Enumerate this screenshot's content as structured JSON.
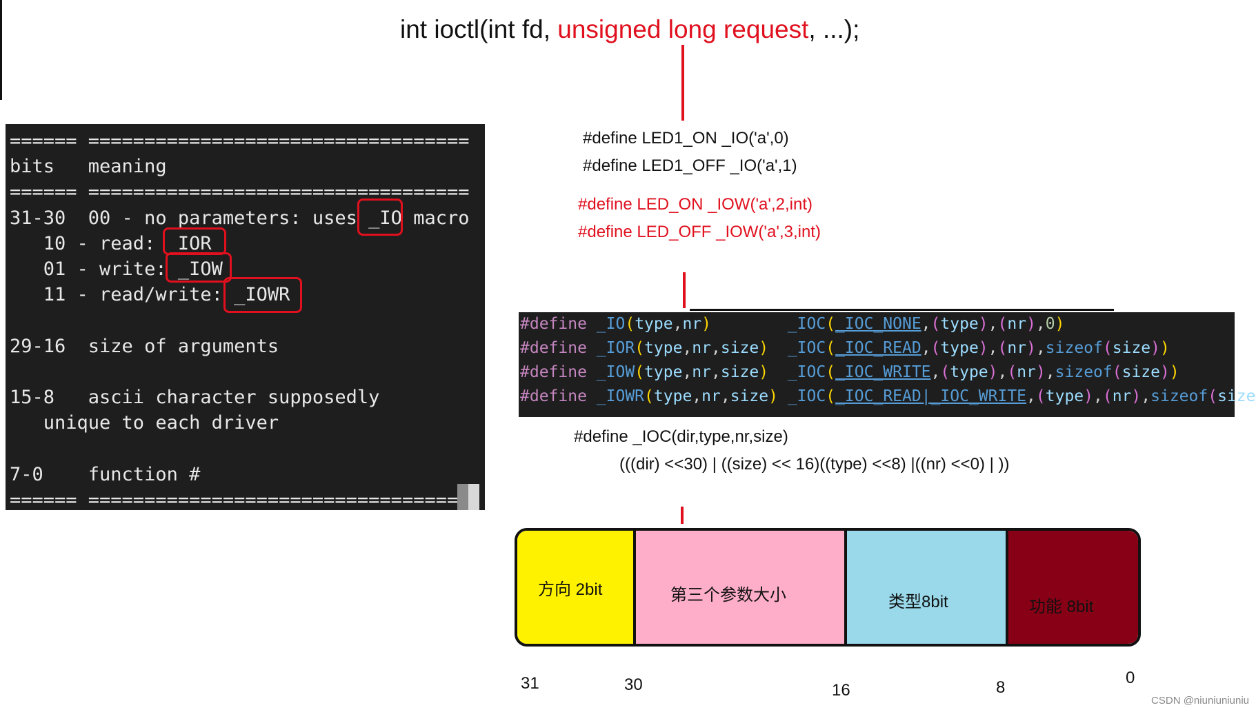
{
  "title": {
    "prefix": "int ioctl(int fd, ",
    "highlight": "unsigned long request",
    "suffix": ", ...);"
  },
  "terminal": {
    "lines": [
      "====== ==================================",
      "bits   meaning",
      "====== ==================================",
      "31-30  00 - no parameters: uses _IO macro",
      "   10 - read: _IOR",
      "   01 - write: _IOW",
      "   11 - read/write: _IOWR",
      "",
      "29-16  size of arguments",
      "",
      "15-8   ascii character supposedly",
      "   unique to each driver",
      "",
      "7-0    function #",
      "====== =================================="
    ]
  },
  "defines": {
    "led1_on": "#define LED1_ON  _IO('a',0)",
    "led1_off": "#define LED1_OFF _IO('a',1)",
    "led_on": "#define LED_ON _IOW('a',2,int)",
    "led_off": "#define LED_OFF _IOW('a',3,int)"
  },
  "code": {
    "kw": "#define",
    "rows": [
      {
        "name": "_IO",
        "args": "type,nr",
        "pad": "        ",
        "ioc": "_IOC",
        "dir": "_IOC_NONE",
        "tail": "0"
      },
      {
        "name": "_IOR",
        "args": "type,nr,size",
        "pad": "  ",
        "ioc": "_IOC",
        "dir": "_IOC_READ",
        "tail": "sizeof(size)"
      },
      {
        "name": "_IOW",
        "args": "type,nr,size",
        "pad": "  ",
        "ioc": "_IOC",
        "dir": "_IOC_WRITE",
        "tail": "sizeof(size)"
      },
      {
        "name": "_IOWR",
        "args": "type,nr,size",
        "pad": " ",
        "ioc": "_IOC",
        "dir": "_IOC_READ|_IOC_WRITE",
        "tail": "sizeof(size)"
      }
    ]
  },
  "ioc": {
    "line1": "#define _IOC(dir,type,nr,size)",
    "line2": "(((dir)  <<30) |   ((size) << 16)((type) <<8) |((nr)   <<0) | ))"
  },
  "bitfield": {
    "segments": [
      {
        "label": "方向 2bit",
        "color": "#fff200"
      },
      {
        "label": "第三个参数大小",
        "color": "#ffaec9"
      },
      {
        "label": "类型8bit",
        "color": "#99d9ea"
      },
      {
        "label": "功能 8bit",
        "color": "#880015"
      }
    ],
    "bit_labels": [
      "31",
      "30",
      "16",
      "8",
      "0"
    ]
  },
  "footer": "CSDN @niuniuniuniu"
}
